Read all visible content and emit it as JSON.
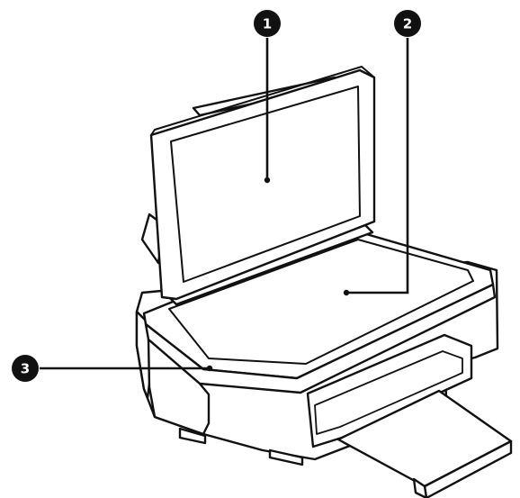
{
  "diagram": {
    "callouts": [
      {
        "id": "1",
        "label": "1"
      },
      {
        "id": "2",
        "label": "2"
      },
      {
        "id": "3",
        "label": "3"
      }
    ]
  },
  "colors": {
    "outline": "#111111",
    "fill": "#ffffff",
    "badge": "#111111",
    "badge_text": "#ffffff"
  }
}
